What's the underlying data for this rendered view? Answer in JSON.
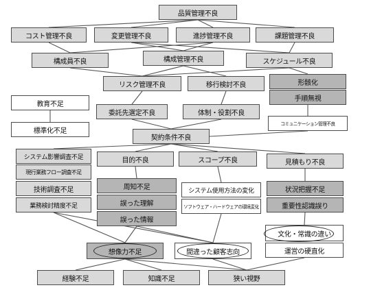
{
  "nodes": {
    "quality": "品質管理不良",
    "cost": "コスト管理不良",
    "change": "変更管理不良",
    "progress": "進捗管理不良",
    "issue": "課題管理不良",
    "staff": "構成員不良",
    "config": "構成管理不良",
    "schedule": "スケジュール不良",
    "risk": "リスク管理不良",
    "migration": "移行検討不良",
    "formality": "形骸化",
    "procedure": "手順無視",
    "education": "教育不足",
    "outsourcing": "委託先選定不良",
    "organization": "体制・役割不良",
    "communication": "コミュニケーション管理不良",
    "standardization": "標準化不足",
    "contract": "契約条件不良",
    "sys_impact": "システム影響調査不足",
    "current_flow": "現行業務フロー調査不足",
    "tech_survey": "技術調査不足",
    "business_accuracy": "業務検討精度不足",
    "purpose": "目的不良",
    "scope": "スコープ不良",
    "estimate": "見積もり不良",
    "notice": "周知不足",
    "misunderstand": "誤った理解",
    "wrong_info": "誤った情報",
    "sys_usage": "システム使用方法の変化",
    "env_change": "ソフトウェア・ハードウェアの環境変化",
    "situation": "状況把握不足",
    "importance": "重要性認識誤り",
    "imagination": "想像力不足",
    "customer": "間違った顧客志向",
    "culture": "文化・常識の違い",
    "rigidity": "運営の硬直化",
    "experience": "経験不足",
    "knowledge": "知識不足",
    "narrow": "狭い視野"
  }
}
